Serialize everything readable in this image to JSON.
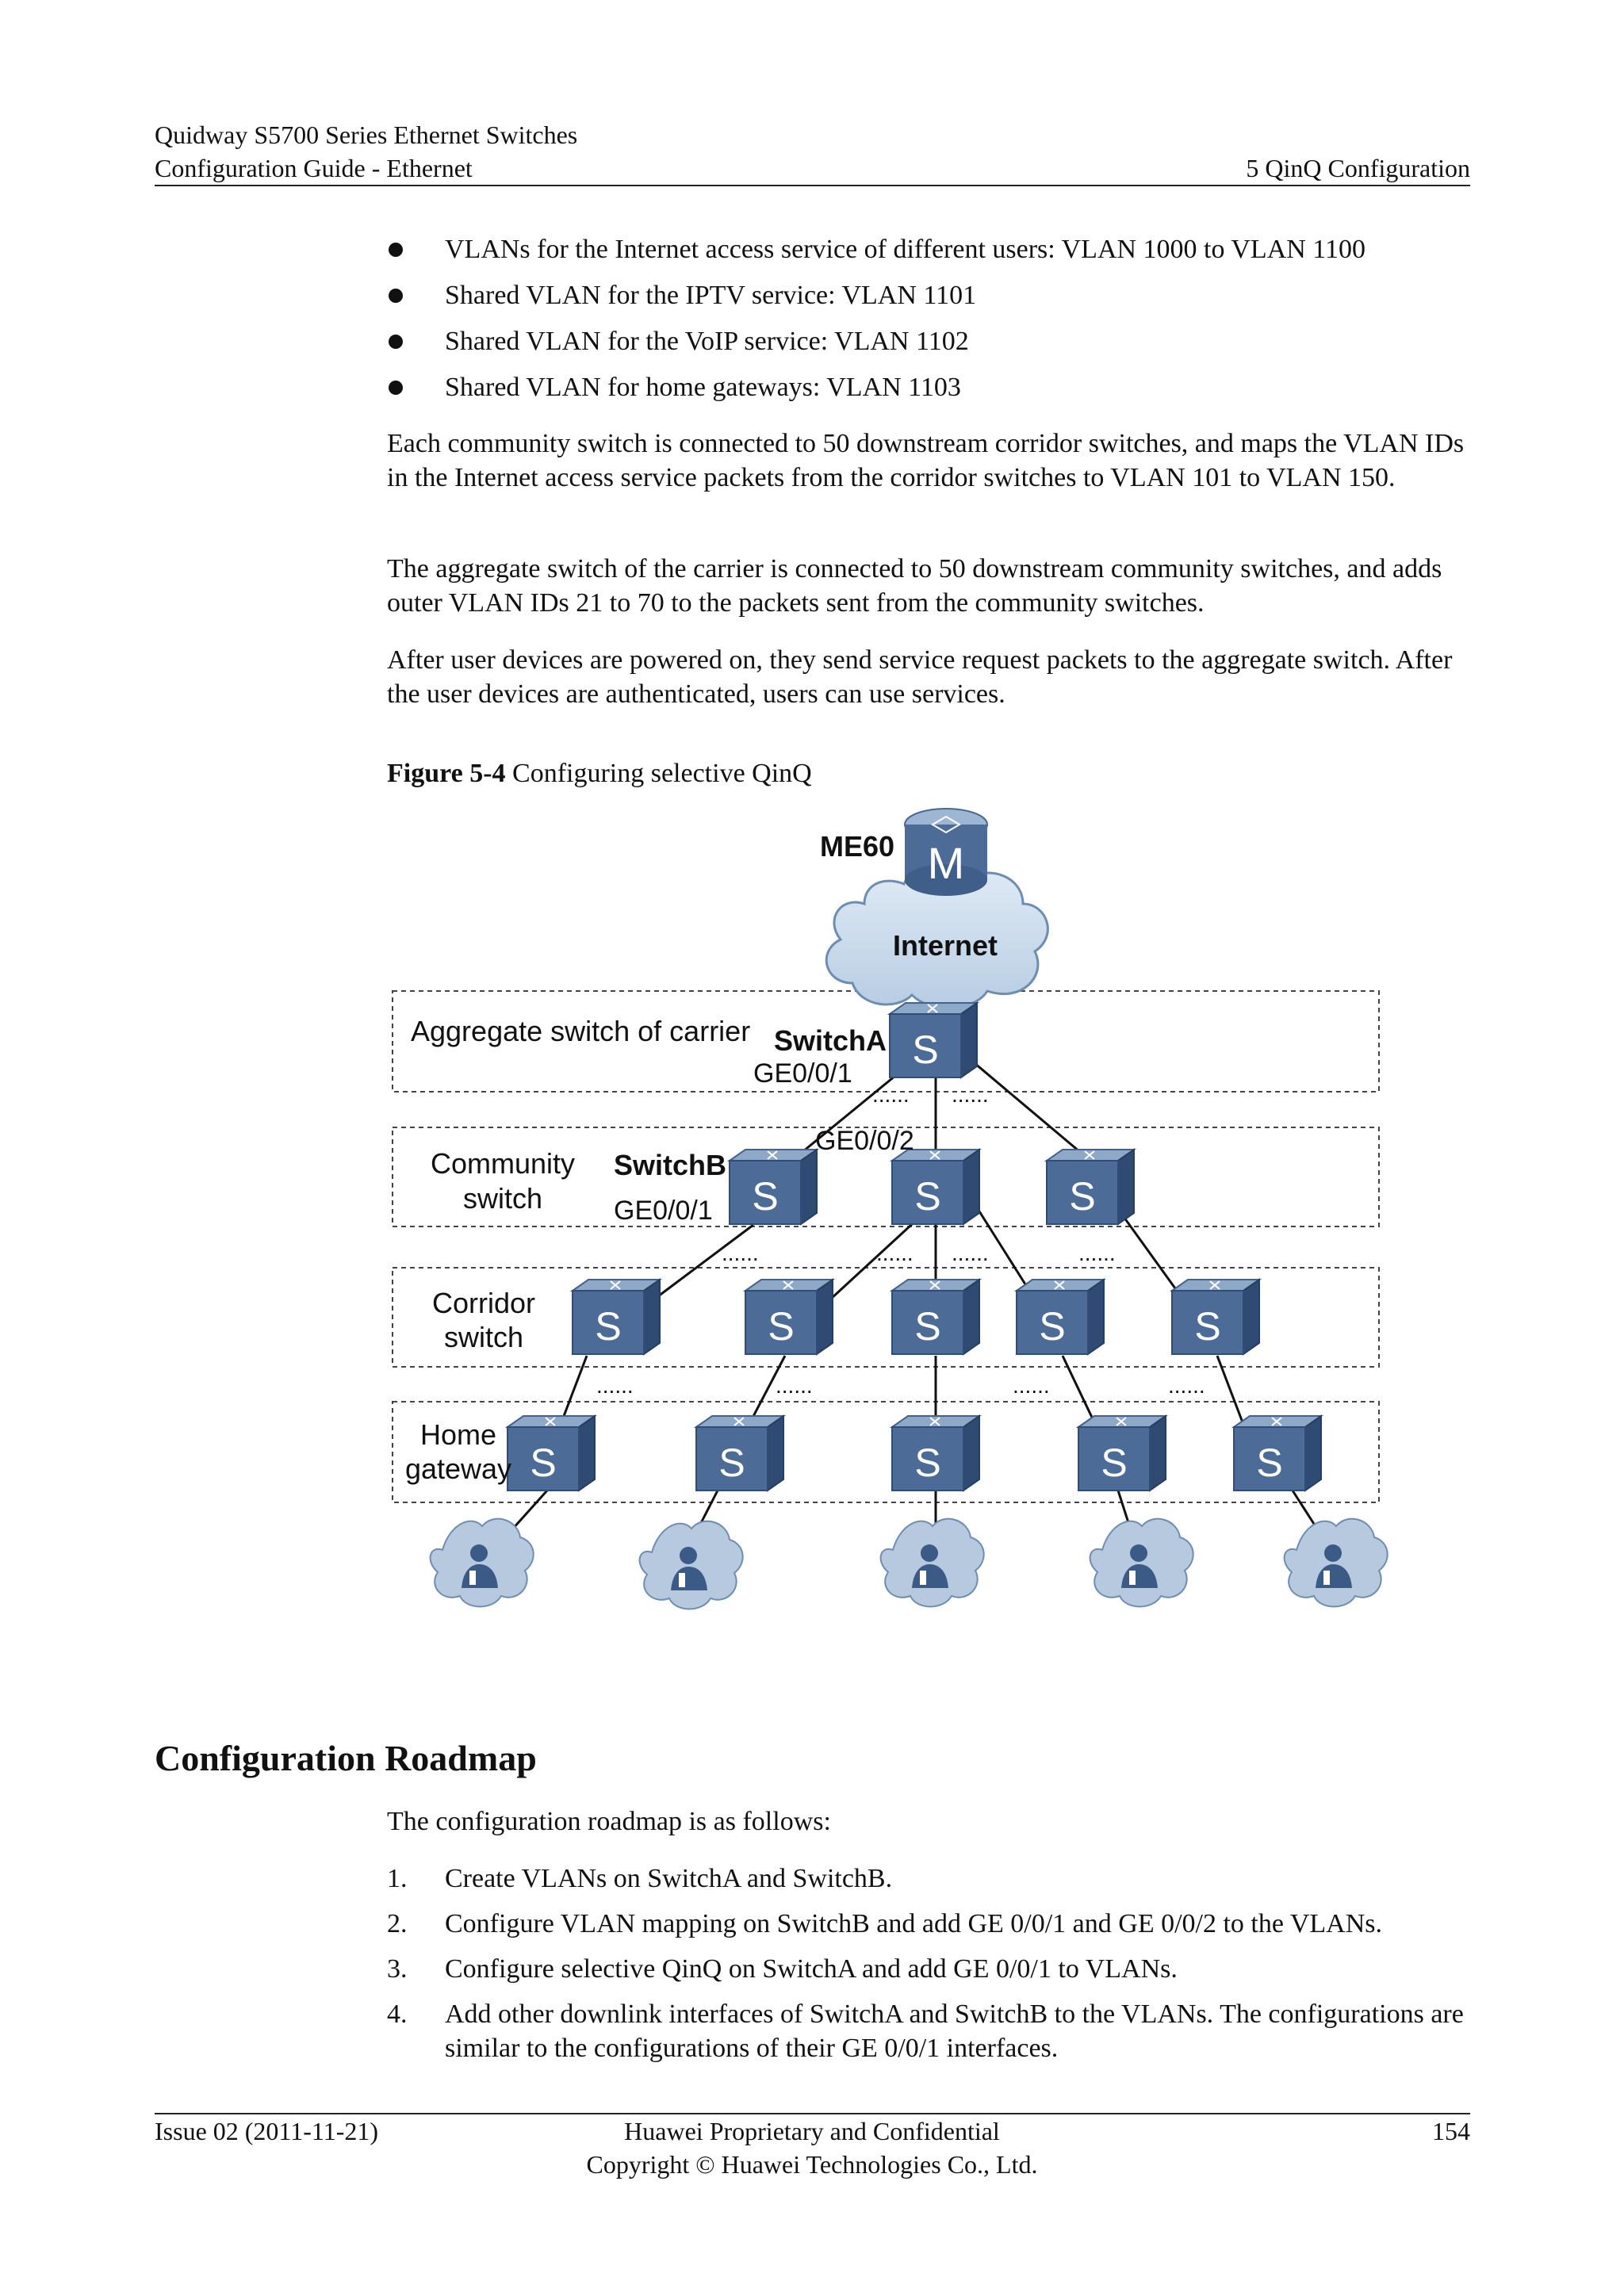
{
  "header": {
    "product": "Quidway S5700 Series Ethernet Switches",
    "guide": "Configuration Guide - Ethernet",
    "chapter": "5 QinQ Configuration"
  },
  "bullets": [
    "VLANs for the Internet access service of different users: VLAN 1000 to VLAN 1100",
    "Shared VLAN for the IPTV service: VLAN 1101",
    "Shared VLAN for the VoIP service: VLAN 1102",
    "Shared VLAN for home gateways: VLAN 1103"
  ],
  "paragraphs": [
    "Each community switch is connected to 50 downstream corridor switches, and maps the VLAN IDs in the Internet access service packets from the corridor switches to VLAN 101 to VLAN 150.",
    "The aggregate switch of the carrier is connected to 50 downstream community switches, and adds outer VLAN IDs 21 to 70 to the packets sent from the community switches.",
    "After user devices are powered on, they send service request packets to the aggregate switch. After the user devices are authenticated, users can use services."
  ],
  "figure": {
    "number": "Figure 5-4",
    "caption": "Configuring selective QinQ",
    "labels": {
      "router": "ME60",
      "router_glyph": "M",
      "cloud": "Internet",
      "switch_glyph": "S",
      "dots": "......",
      "layer_aggregate": "Aggregate switch of carrier",
      "layer_community_1": "Community",
      "layer_community_2": "switch",
      "layer_corridor_1": "Corridor",
      "layer_corridor_2": "switch",
      "layer_home_1": "Home",
      "layer_home_2": "gateway",
      "switch_a": "SwitchA",
      "switch_b": "SwitchB",
      "switch_a_port1": "GE0/0/1",
      "switch_a_port2": "GE0/0/2",
      "switch_b_port1": "GE0/0/1"
    },
    "icons": [
      "router-icon",
      "cloud-icon",
      "switch-icon",
      "user-icon"
    ]
  },
  "roadmap": {
    "title": "Configuration Roadmap",
    "intro": "The configuration roadmap is as follows:",
    "steps": [
      {
        "num": "1.",
        "text": "Create VLANs on SwitchA and SwitchB."
      },
      {
        "num": "2.",
        "text": "Configure VLAN mapping on SwitchB and add GE 0/0/1 and GE 0/0/2 to the VLANs."
      },
      {
        "num": "3.",
        "text": "Configure selective QinQ on SwitchA and add GE 0/0/1 to VLANs."
      },
      {
        "num": "4.",
        "text": "Add other downlink interfaces of SwitchA and SwitchB to the VLANs. The configurations are similar to the configurations of their GE 0/0/1 interfaces."
      }
    ]
  },
  "footer": {
    "issue": "Issue 02 (2011-11-21)",
    "confidential": "Huawei Proprietary and Confidential",
    "copyright": "Copyright © Huawei Technologies Co., Ltd.",
    "page": "154"
  }
}
